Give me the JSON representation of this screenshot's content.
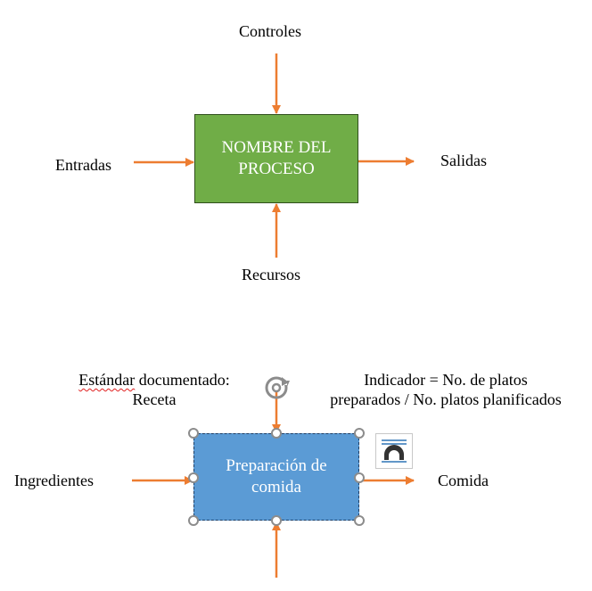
{
  "top_diagram": {
    "process_line1": "NOMBRE DEL",
    "process_line2": "PROCESO",
    "controls": "Controles",
    "inputs": "Entradas",
    "outputs": "Salidas",
    "resources": "Recursos"
  },
  "bottom_diagram": {
    "process_line1": "Preparación de",
    "process_line2": "comida",
    "control_left_word": "Estándar",
    "control_left_rest": " documentado:",
    "control_left_line2": "Receta",
    "control_right_line1": "Indicador = No. de platos",
    "control_right_line2": "preparados / No. platos planificados",
    "inputs": "Ingredientes",
    "outputs": "Comida"
  },
  "colors": {
    "arrow": "#ed7d31",
    "green_box": "#70ad47",
    "blue_box": "#5b9bd5"
  },
  "icons": [
    "rotate-handle-icon",
    "layout-options-icon"
  ]
}
